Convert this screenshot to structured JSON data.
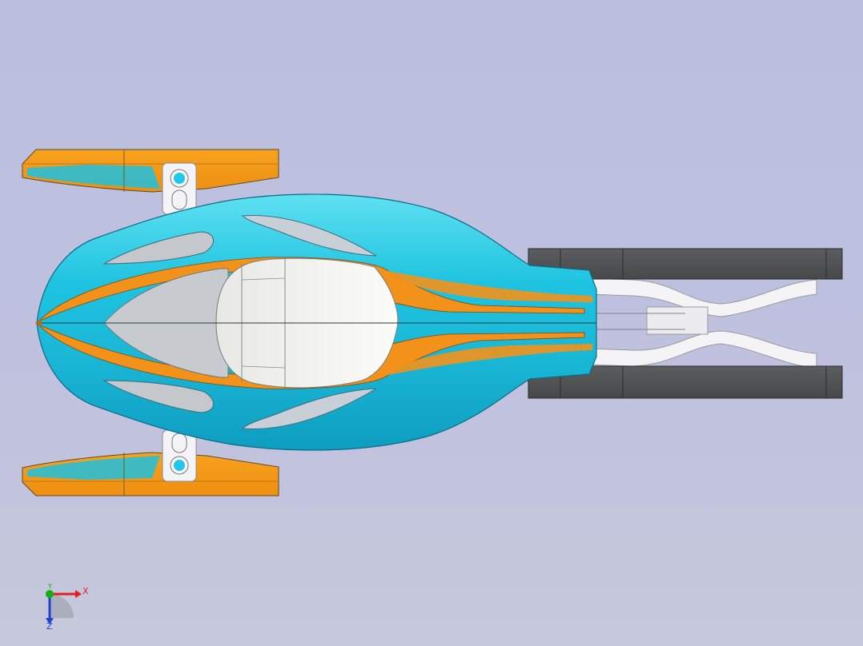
{
  "viewport": {
    "background_top": "#bcbedf",
    "background_bottom": "#c6c8db"
  },
  "model": {
    "body_color": "#1ec3e0",
    "stripe_color": "#f3921a",
    "wing_color": "#f7a01c",
    "canopy_color": "#f2f2ee",
    "rear_pod_color": "#555659",
    "frame_color": "#f4f4f6",
    "mount_hole_color": "#22c8ea"
  },
  "triad": {
    "x_label": "X",
    "y_label": "Y",
    "z_label": "Z",
    "x_color": "#e02020",
    "y_color": "#10b010",
    "z_color": "#2040d0"
  }
}
